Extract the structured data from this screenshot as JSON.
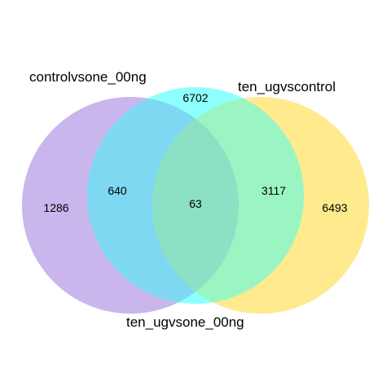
{
  "diagram": {
    "type": "venn",
    "sets": [
      {
        "key": "a",
        "name": "controlvsone_00ng",
        "color": "#c8b6ec"
      },
      {
        "key": "b",
        "name": "ten_ugvscontrol",
        "color": "#8effff"
      },
      {
        "key": "c",
        "name": "ten_ugvsone_00ng",
        "color": "#ffea8e"
      }
    ],
    "regions": {
      "a_only": "1286",
      "b_only": "6702",
      "c_only": "6493",
      "a_b": "640",
      "b_c": "3117",
      "a_b_c": "63"
    },
    "overlap_colors": {
      "a_b": "#7fd8f2",
      "b_c": "#9bf5c2",
      "a_b_c": "#8ce0c4"
    }
  }
}
